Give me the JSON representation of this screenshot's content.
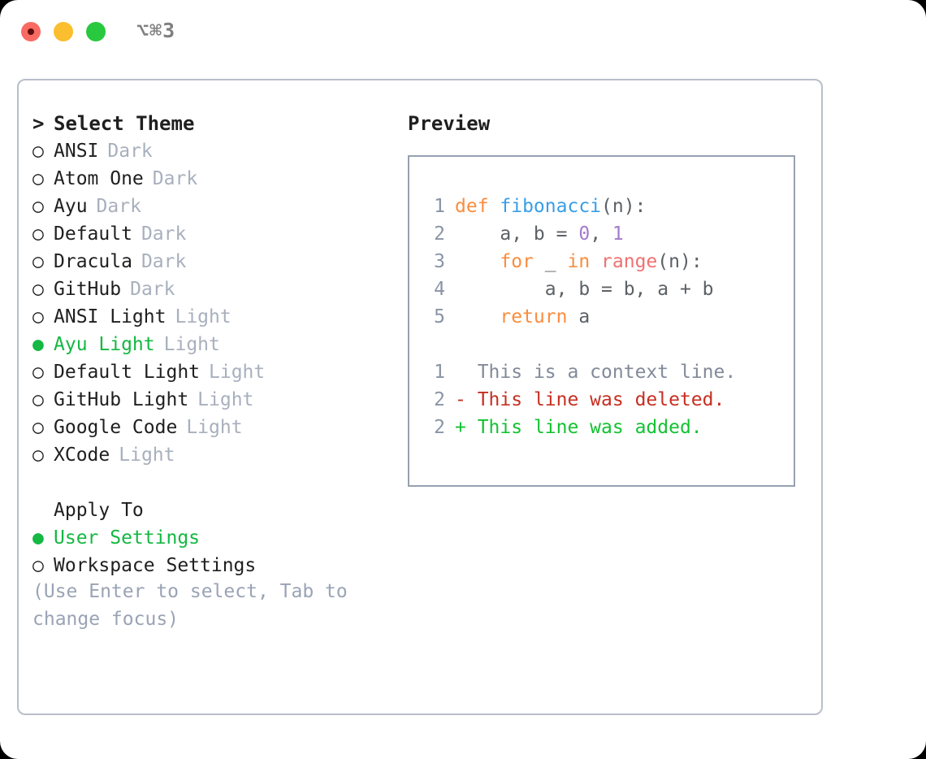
{
  "window": {
    "shortcut": "⌥⌘3",
    "traffic_lights": [
      "close-red",
      "minimize-yellow",
      "maximize-green"
    ]
  },
  "theme_selector": {
    "heading": "Select Theme",
    "heading_prefix": "> ",
    "unselected_marker": "○ ",
    "selected_marker": "● ",
    "items": [
      {
        "name": "ANSI",
        "variant": "Dark",
        "selected": false
      },
      {
        "name": "Atom One",
        "variant": "Dark",
        "selected": false
      },
      {
        "name": "Ayu",
        "variant": "Dark",
        "selected": false
      },
      {
        "name": "Default",
        "variant": "Dark",
        "selected": false
      },
      {
        "name": "Dracula",
        "variant": "Dark",
        "selected": false
      },
      {
        "name": "GitHub",
        "variant": "Dark",
        "selected": false
      },
      {
        "name": "ANSI Light",
        "variant": "Light",
        "selected": false
      },
      {
        "name": "Ayu Light",
        "variant": "Light",
        "selected": true
      },
      {
        "name": "Default Light",
        "variant": "Light",
        "selected": false
      },
      {
        "name": "GitHub Light",
        "variant": "Light",
        "selected": false
      },
      {
        "name": "Google Code",
        "variant": "Light",
        "selected": false
      },
      {
        "name": "XCode",
        "variant": "Light",
        "selected": false
      }
    ]
  },
  "apply_to": {
    "heading": "Apply To",
    "heading_prefix": "  ",
    "items": [
      {
        "name": "User Settings",
        "selected": true
      },
      {
        "name": "Workspace Settings",
        "selected": false
      }
    ]
  },
  "hint": "(Use Enter to select, Tab to change focus)",
  "preview": {
    "title": "Preview",
    "code_lines": [
      {
        "number": "1",
        "tokens": [
          {
            "text": "def ",
            "kind": "keyword"
          },
          {
            "text": "fibonacci",
            "kind": "function"
          },
          {
            "text": "(n):",
            "kind": "plain"
          }
        ]
      },
      {
        "number": "2",
        "tokens": [
          {
            "text": "    a, b = ",
            "kind": "plain"
          },
          {
            "text": "0",
            "kind": "number"
          },
          {
            "text": ", ",
            "kind": "plain"
          },
          {
            "text": "1",
            "kind": "number"
          }
        ]
      },
      {
        "number": "3",
        "tokens": [
          {
            "text": "    ",
            "kind": "plain"
          },
          {
            "text": "for",
            "kind": "keyword"
          },
          {
            "text": " _ ",
            "kind": "plain"
          },
          {
            "text": "in",
            "kind": "keyword"
          },
          {
            "text": " ",
            "kind": "plain"
          },
          {
            "text": "range",
            "kind": "call"
          },
          {
            "text": "(n):",
            "kind": "plain"
          }
        ]
      },
      {
        "number": "4",
        "tokens": [
          {
            "text": "        a, b = b, a + b",
            "kind": "plain"
          }
        ]
      },
      {
        "number": "5",
        "tokens": [
          {
            "text": "    ",
            "kind": "plain"
          },
          {
            "text": "return",
            "kind": "keyword"
          },
          {
            "text": " a",
            "kind": "plain"
          }
        ]
      }
    ],
    "diff_lines": [
      {
        "number": "1",
        "sign": "  ",
        "text": "This is a context line.",
        "kind": "context"
      },
      {
        "number": "2",
        "sign": "- ",
        "text": "This line was deleted.",
        "kind": "deleted"
      },
      {
        "number": "2",
        "sign": "+ ",
        "text": "This line was added.",
        "kind": "added"
      }
    ]
  },
  "colors": {
    "accent_green": "#14b842",
    "muted": "#a8b0bd",
    "hint": "#9aa3b5",
    "panel_border": "#b8bfc9",
    "preview_border": "#97a1b0",
    "keyword": "#fa8d3e",
    "function": "#399ee6",
    "number": "#a37acc",
    "call": "#f07171",
    "plain": "#5c6166",
    "line_number": "#8a94a6",
    "diff_context": "#828a99",
    "diff_deleted": "#c62f21",
    "diff_added": "#14c232"
  }
}
